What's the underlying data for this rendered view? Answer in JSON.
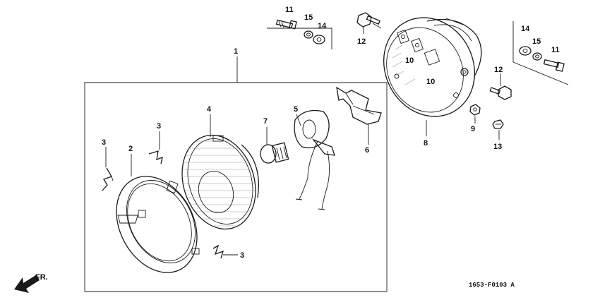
{
  "diagram": {
    "drawing_code": "1653-F0103 A",
    "direction_label": "FR.",
    "part_labels": {
      "p1": "1",
      "p2": "2",
      "p3a": "3",
      "p3b": "3",
      "p3c": "3",
      "p4": "4",
      "p5": "5",
      "p6": "6",
      "p7": "7",
      "p8": "8",
      "p9": "9",
      "p10a": "10",
      "p10b": "10",
      "p11a": "11",
      "p11b": "11",
      "p12a": "12",
      "p12b": "12",
      "p13": "13",
      "p14a": "14",
      "p14b": "14",
      "p15a": "15",
      "p15b": "15"
    }
  }
}
